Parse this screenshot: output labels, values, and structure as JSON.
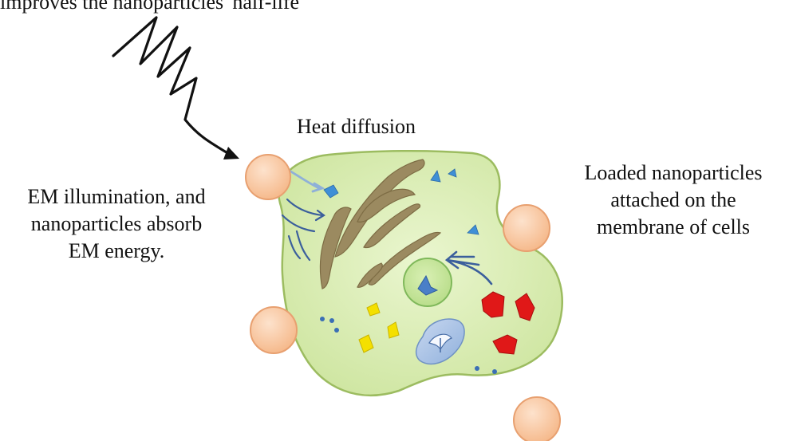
{
  "diagram": {
    "top_caption": "improves the nanoparticles' half-life",
    "heat_label": "Heat diffusion",
    "em_label_lines": [
      "EM illumination, and",
      "nanoparticles absorb",
      "EM energy."
    ],
    "nanoparticle_label_lines": [
      "Loaded nanoparticles",
      "attached on the",
      "membrane of cells"
    ]
  },
  "colors": {
    "cell_fill": "#d8ecb0",
    "cell_outline": "#9cbc60",
    "nanoparticle_fill": "#f8c29a",
    "nanoparticle_outline": "#e8a070",
    "organelle_brown": "#9b8a60",
    "organelle_red": "#e01818",
    "organelle_yellow": "#f4e000",
    "organelle_blue": "#5a8fd0",
    "heat_arrow": "#3b5f9c"
  },
  "icons": {
    "em_wave": "em-wave-arrow",
    "heat": "heat-flow-arrows"
  }
}
